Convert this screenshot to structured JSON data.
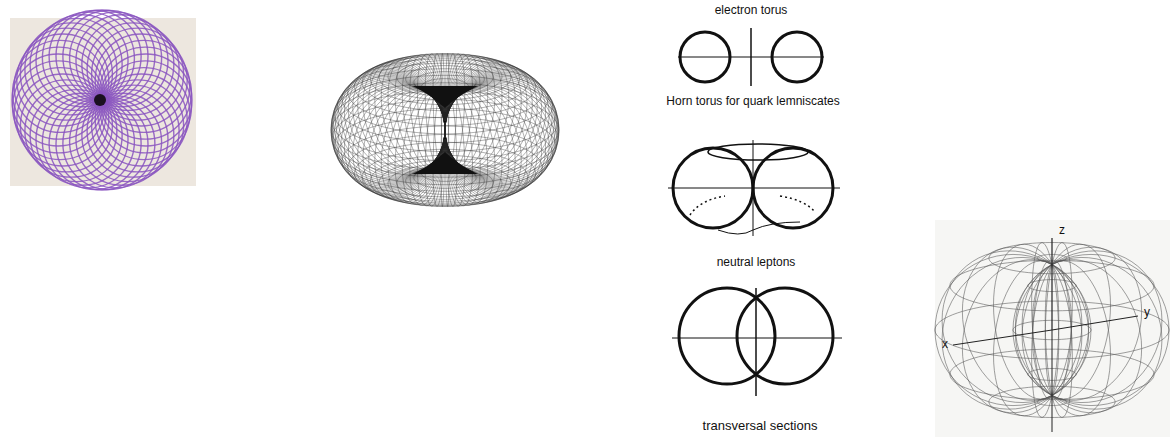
{
  "diagram": {
    "labels": [
      "electron torus",
      "Horn torus for quark lemniscates",
      "neutral leptons",
      "transversal sections",
      "z",
      "x",
      "y"
    ]
  }
}
